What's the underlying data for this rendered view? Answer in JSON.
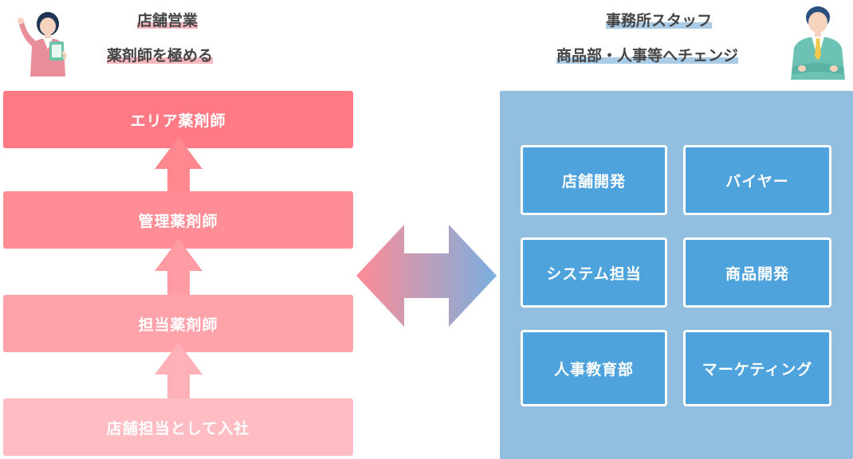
{
  "left": {
    "heading_line1": "店舗営業",
    "heading_line2": "薬剤師を極める",
    "steps": [
      {
        "label": "エリア薬剤師"
      },
      {
        "label": "管理薬剤師"
      },
      {
        "label": "担当薬剤師"
      },
      {
        "label": "店舗担当として入社"
      }
    ],
    "step_colors": [
      "#ff7a85",
      "#ff8d96",
      "#ffa2aa",
      "#ffbcc2"
    ]
  },
  "right": {
    "heading_line1": "事務所スタッフ",
    "heading_line2": "商品部・人事等へチェンジ",
    "jobs": [
      {
        "label": "店舗開発"
      },
      {
        "label": "バイヤー"
      },
      {
        "label": "システム担当"
      },
      {
        "label": "商品開発"
      },
      {
        "label": "人事教育部"
      },
      {
        "label": "マーケティング"
      }
    ],
    "panel_color": "#92bfe0",
    "job_color": "#4fa3dc"
  },
  "icons": {
    "left_person": "woman-with-clipboard-icon",
    "right_person": "businessman-icon",
    "exchange": "double-arrow-icon"
  }
}
